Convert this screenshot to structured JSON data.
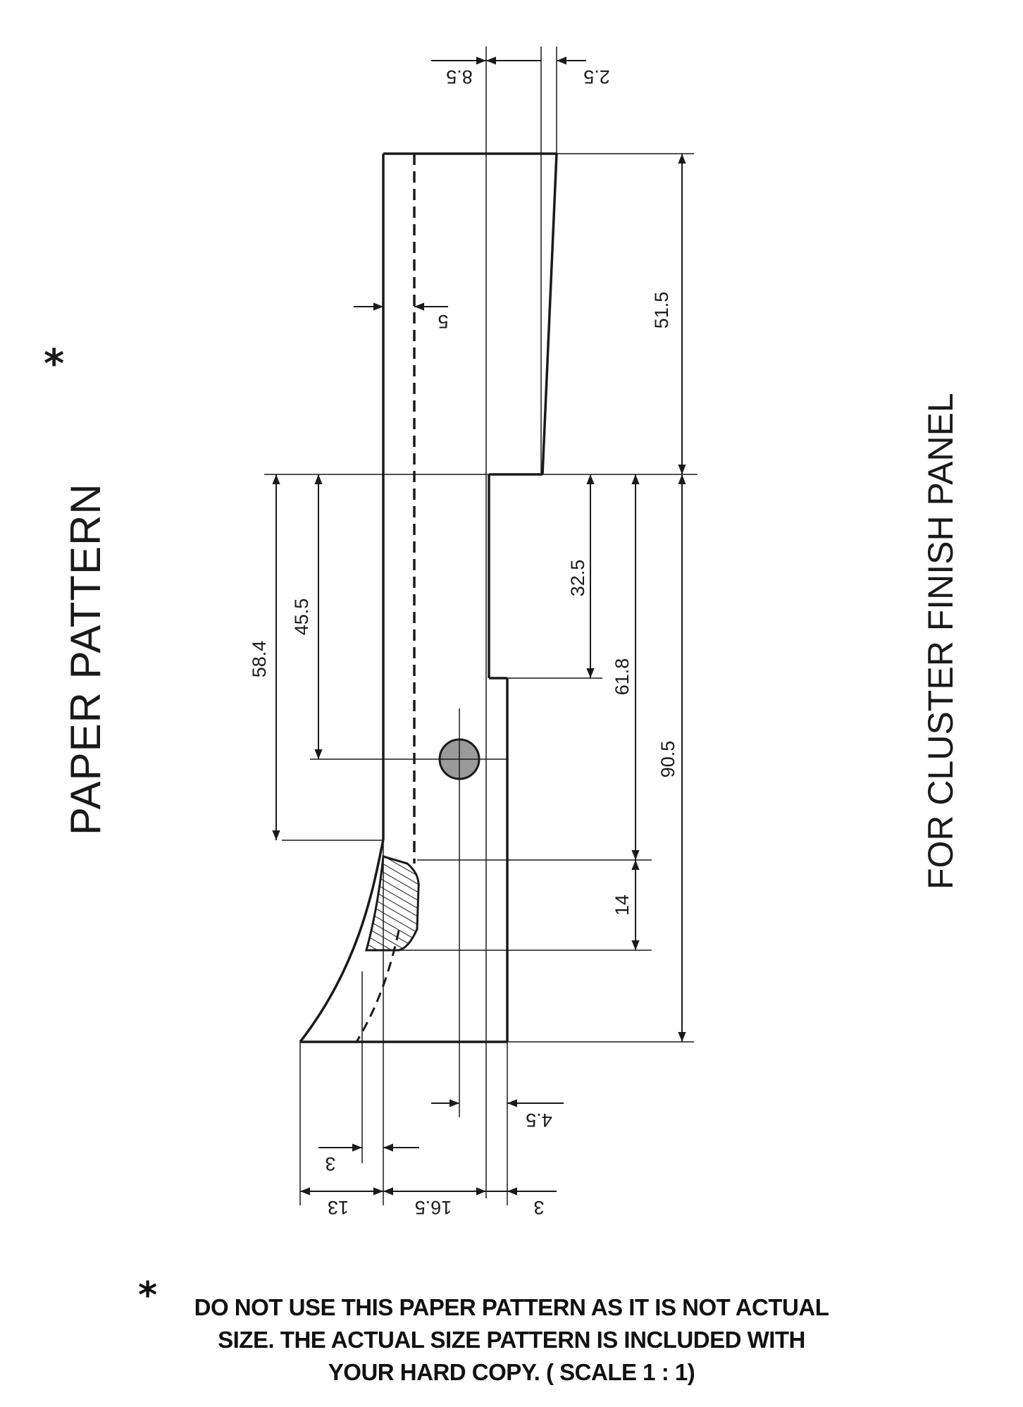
{
  "title": "PAPER PATTERN",
  "title_asterisk": "*",
  "side_label": "FOR CLUSTER FINISH PANEL",
  "dimensions": {
    "top_a": "8.5",
    "top_b": "2.5",
    "upper_height": "51.5",
    "offset": "5",
    "left_outer": "58.4",
    "left_inner": "45.5",
    "right_a": "32.5",
    "right_b": "61.8",
    "right_c": "90.5",
    "hatch_height": "14",
    "hole_offset": "4.5",
    "bottom_small": "3",
    "bottom_left": "13",
    "bottom_mid": "16.5",
    "bottom_right": "3"
  },
  "note": {
    "asterisk": "*",
    "line1": "DO NOT USE THIS PAPER PATTERN AS IT IS NOT ACTUAL",
    "line2": "SIZE.  THE ACTUAL SIZE PATTERN IS INCLUDED WITH",
    "line3": "YOUR HARD COPY.   ( SCALE 1 : 1)"
  }
}
